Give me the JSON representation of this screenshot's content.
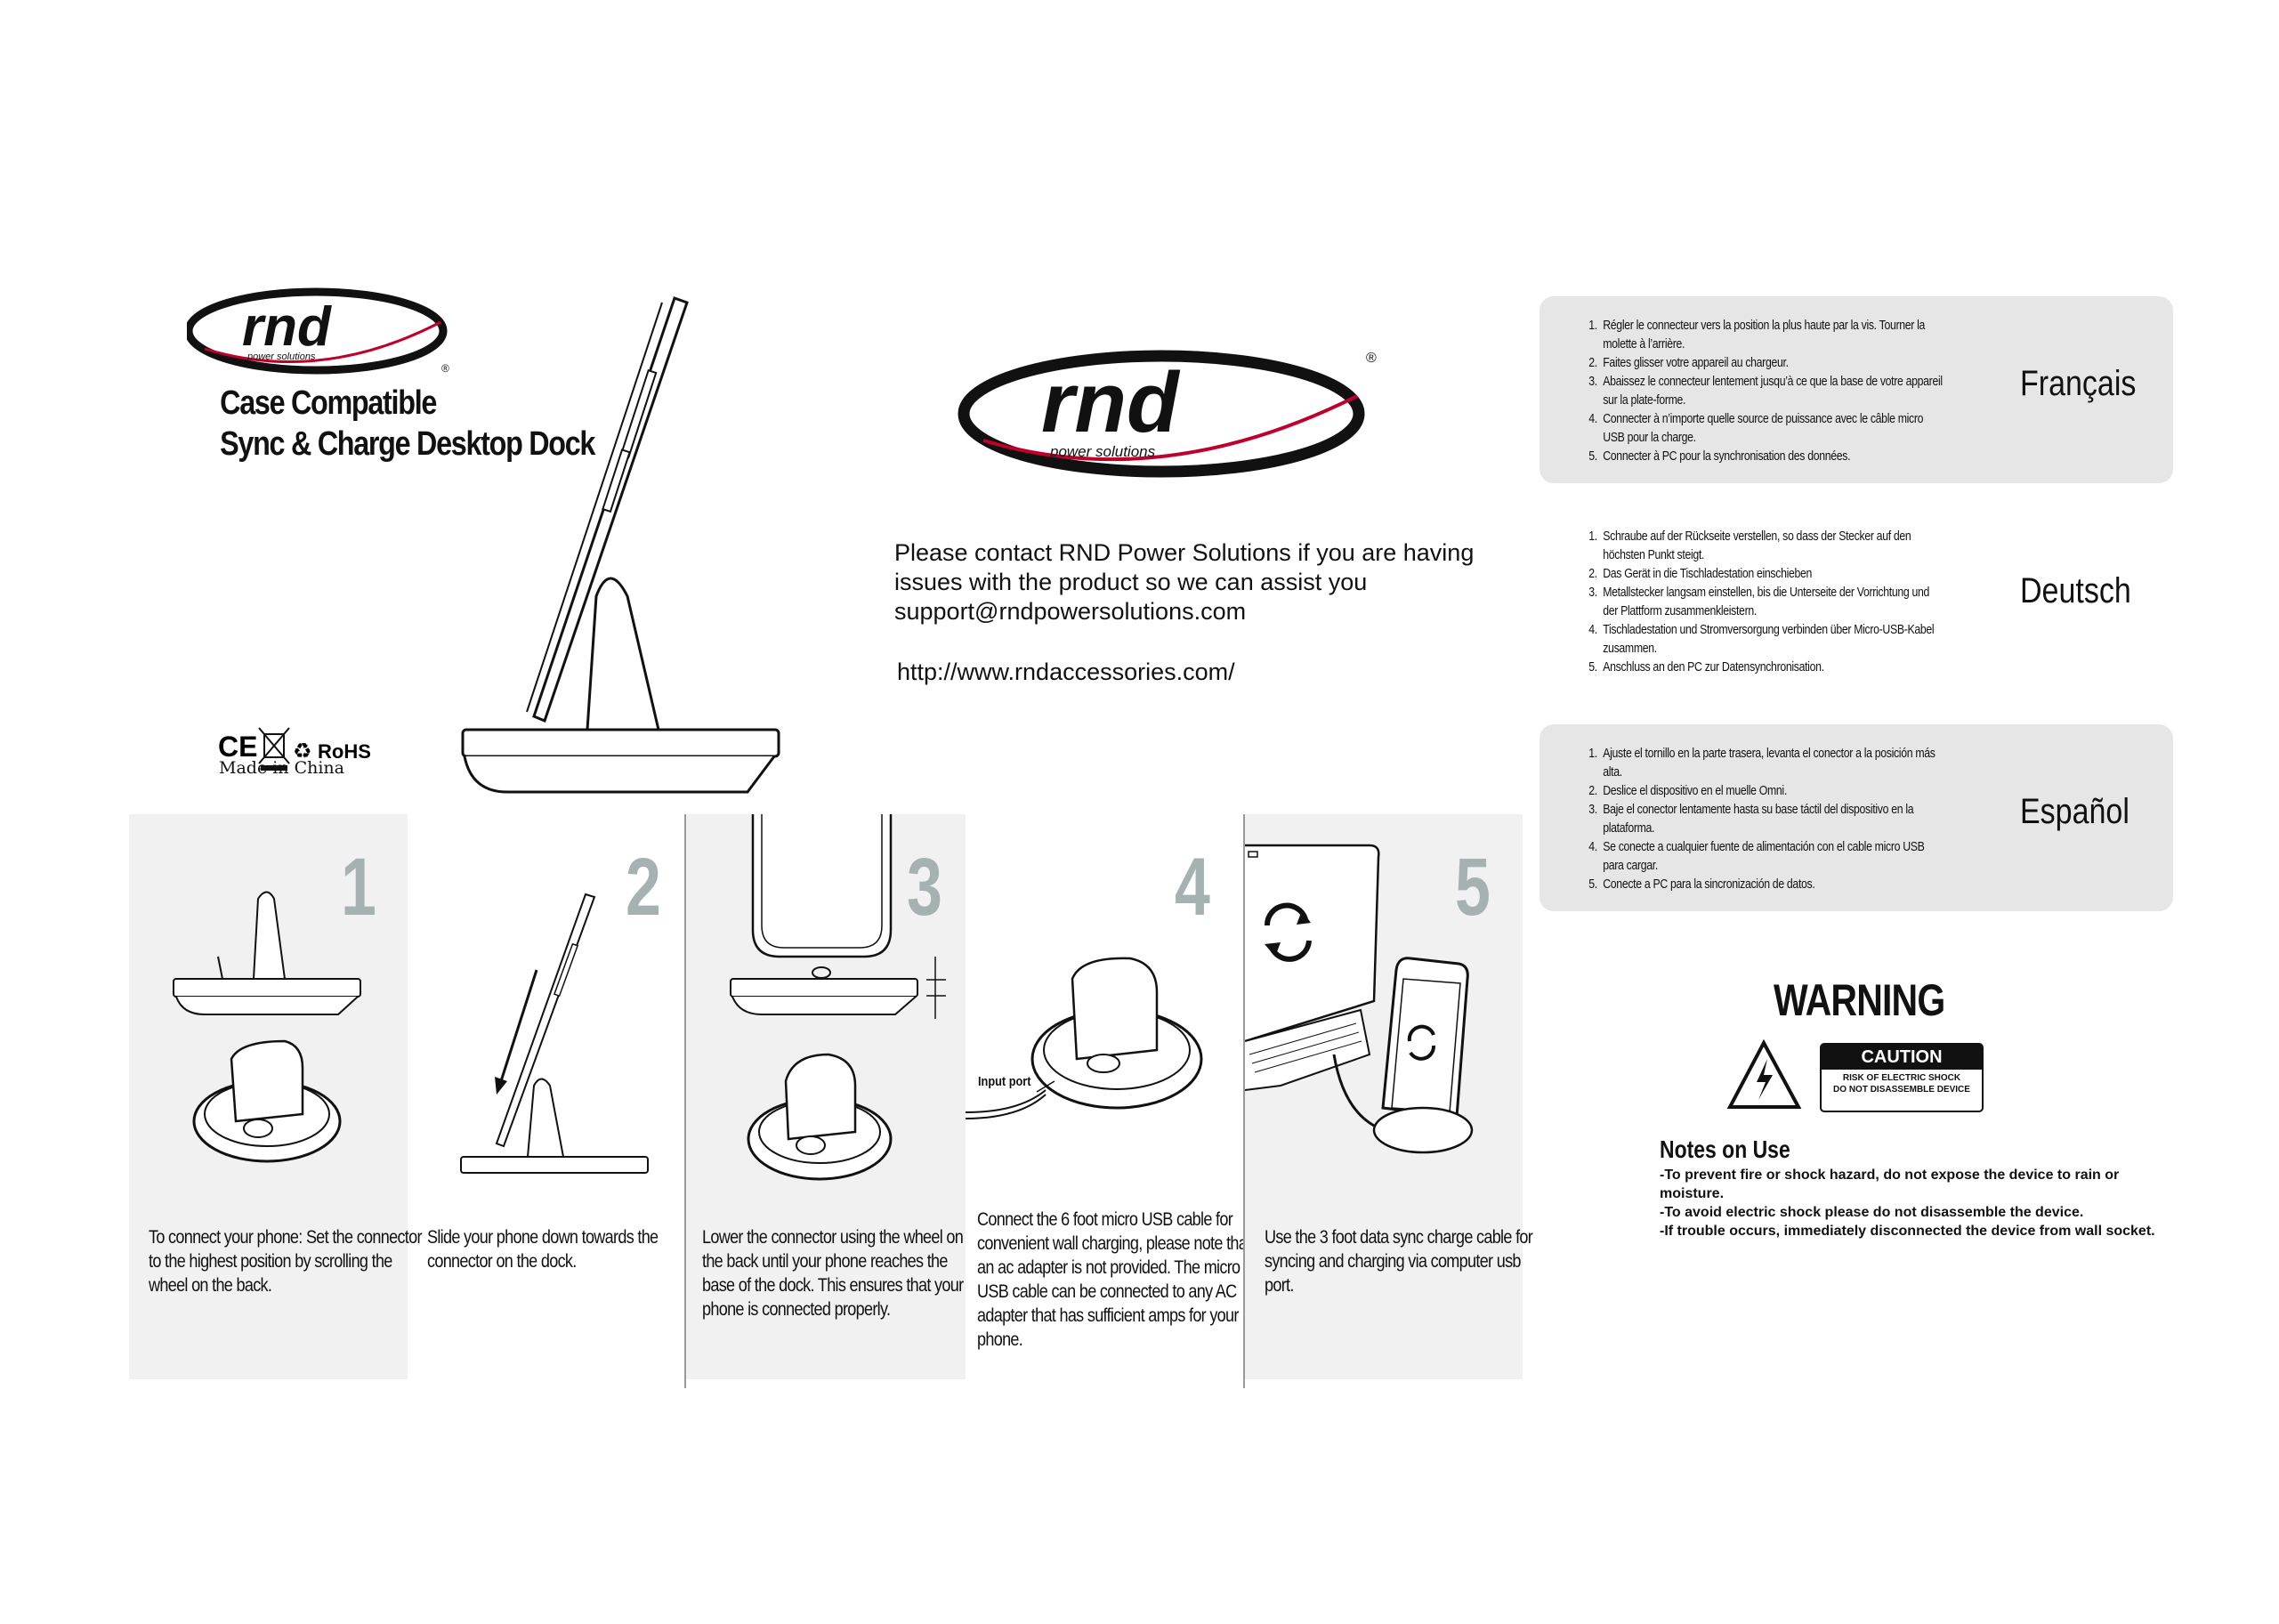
{
  "brand": {
    "logo_text": "rnd",
    "logo_sub": "power solutions",
    "registered": "®"
  },
  "header": {
    "title_line1": "Case Compatible",
    "title_line2": "Sync & Charge Desktop Dock"
  },
  "certifications": {
    "ce": "CE",
    "rohs": "RoHS",
    "made_in": "Made in China"
  },
  "contact": {
    "line1": "Please contact RND Power Solutions if you are having",
    "line2": "issues with the product so we can assist you",
    "email": "support@rndpowersolutions.com",
    "url": "http://www.rndaccessories.com/"
  },
  "steps": [
    {
      "num": "1",
      "text": "To connect your phone: Set the connector to the highest position by scrolling the wheel on the back."
    },
    {
      "num": "2",
      "text": "Slide your phone down towards the connector on the dock."
    },
    {
      "num": "3",
      "text": "Lower the connector using the wheel on the back until your phone reaches the base of the dock. This ensures that your phone is connected properly."
    },
    {
      "num": "4",
      "text": "Connect the 6 foot micro USB cable for convenient wall charging, please  note that an ac adapter is not provided. The micro USB cable can be connected to any AC adapter that has sufficient amps for your phone.",
      "label": "Input port"
    },
    {
      "num": "5",
      "text": "Use the 3 foot data sync charge cable for syncing and charging via computer usb port."
    }
  ],
  "languages": [
    {
      "name": "Français",
      "items": [
        "Régler le connecteur vers la position la plus haute par la vis. Tourner la molette à l’arrière.",
        "Faites glisser votre appareil au chargeur.",
        "Abaissez le connecteur lentement jusqu’à ce que la base de votre appareil sur la plate-forme.",
        "Connecter à n’importe quelle source de puissance avec le câble micro USB pour la charge.",
        "Connecter à PC pour la synchronisation des données."
      ]
    },
    {
      "name": "Deutsch",
      "items": [
        "Schraube auf der Rückseite verstellen, so dass der Stecker auf den höchsten Punkt steigt.",
        "Das Gerät in die Tischladestation einschieben",
        "Metallstecker langsam einstellen, bis die Unterseite der Vorrichtung und der Plattform zusammenkleistern.",
        "Tischladestation und Stromversorgung verbinden über Micro-USB-Kabel zusammen.",
        "Anschluss an den PC zur Datensynchronisation."
      ]
    },
    {
      "name": "Español",
      "items": [
        "Ajuste el tornillo en la parte trasera, levanta el conector a la posición más alta.",
        "Deslice el dispositivo en el muelle Omni.",
        "Baje el conector lentamente hasta su base táctil del dispositivo en la plataforma.",
        "Se conecte a cualquier fuente de alimentación con el cable micro USB para cargar.",
        "Conecte a PC para la sincronización de datos."
      ]
    }
  ],
  "warning": {
    "title": "WARNING",
    "caution": "CAUTION",
    "caution_line1": "RISK OF ELECTRIC SHOCK",
    "caution_line2": "DO NOT DISASSEMBLE DEVICE",
    "notes_title": "Notes on Use",
    "notes": [
      "-To prevent fire or shock hazard, do not expose the device to rain or moisture.",
      "-To avoid electric shock please do not disassemble the device.",
      "-If trouble occurs, immediately disconnected the device from wall socket."
    ]
  },
  "colors": {
    "panel_grey": "#e6e6e6",
    "step_grey": "#f1f1f1",
    "number_grey": "#a6b2b2",
    "logo_red": "#c0002a"
  }
}
